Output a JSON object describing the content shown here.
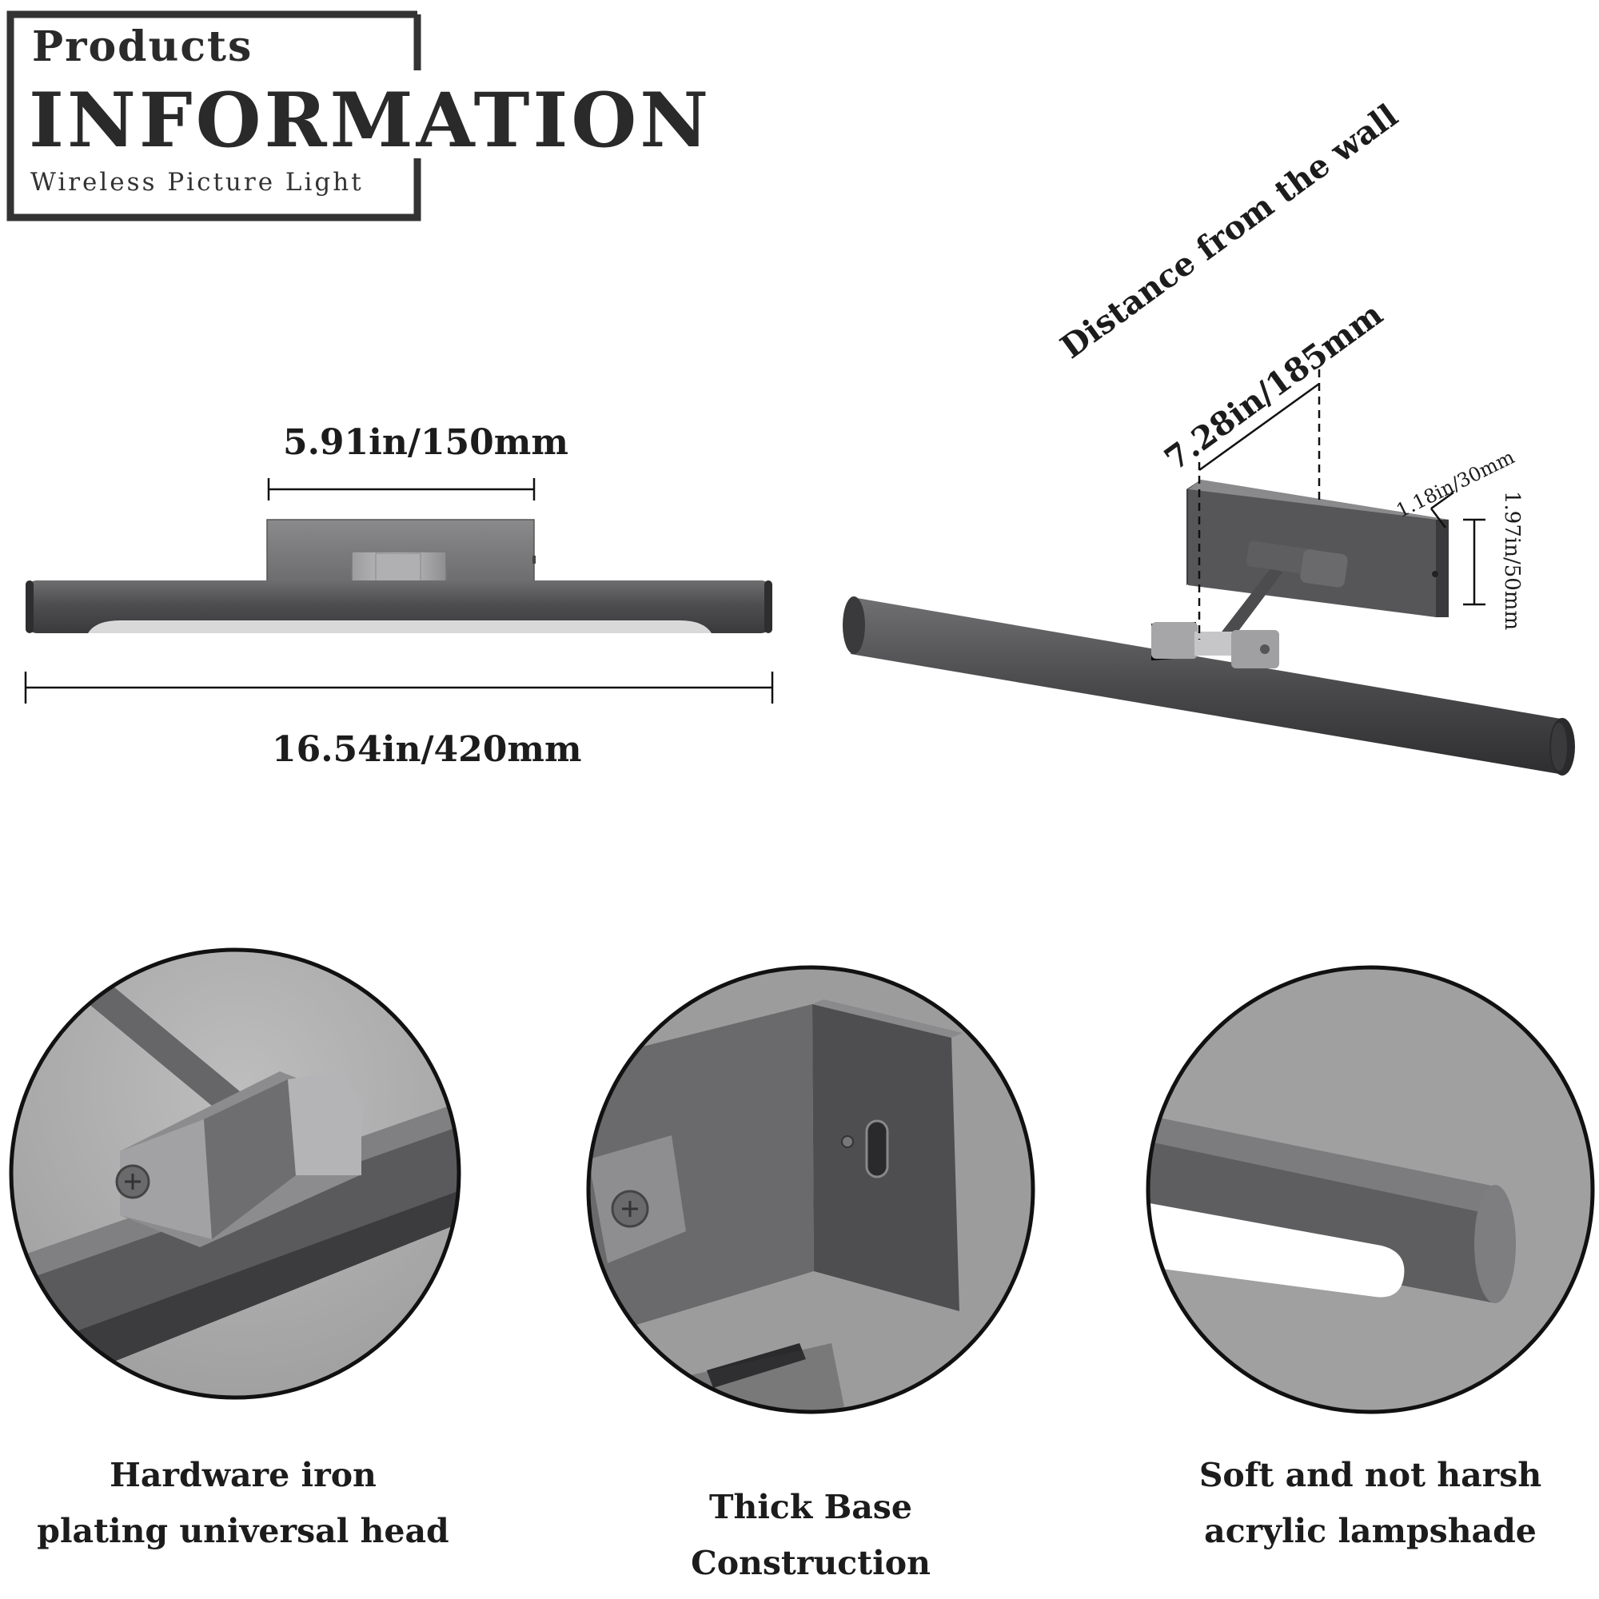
{
  "header": {
    "products": "Products",
    "information": "INFORMATION",
    "subtitle": "Wireless Picture Light"
  },
  "front_view": {
    "base_width": "5.91in/150mm",
    "total_length": "16.54in/420mm"
  },
  "side_view": {
    "distance_title": "Distance from the wall",
    "distance_value": "7.28in/185mm",
    "base_depth": "1.18in/30mm",
    "base_height": "1.97in/50mm"
  },
  "features": [
    {
      "line1": "Hardware iron",
      "line2": "plating universal head"
    },
    {
      "line1": "Thick Base Construction"
    },
    {
      "line1": "Soft and not harsh",
      "line2": "acrylic lampshade"
    }
  ],
  "colors": {
    "metal": "#5a5a5c",
    "frame": "#333333",
    "line": "#111111"
  }
}
